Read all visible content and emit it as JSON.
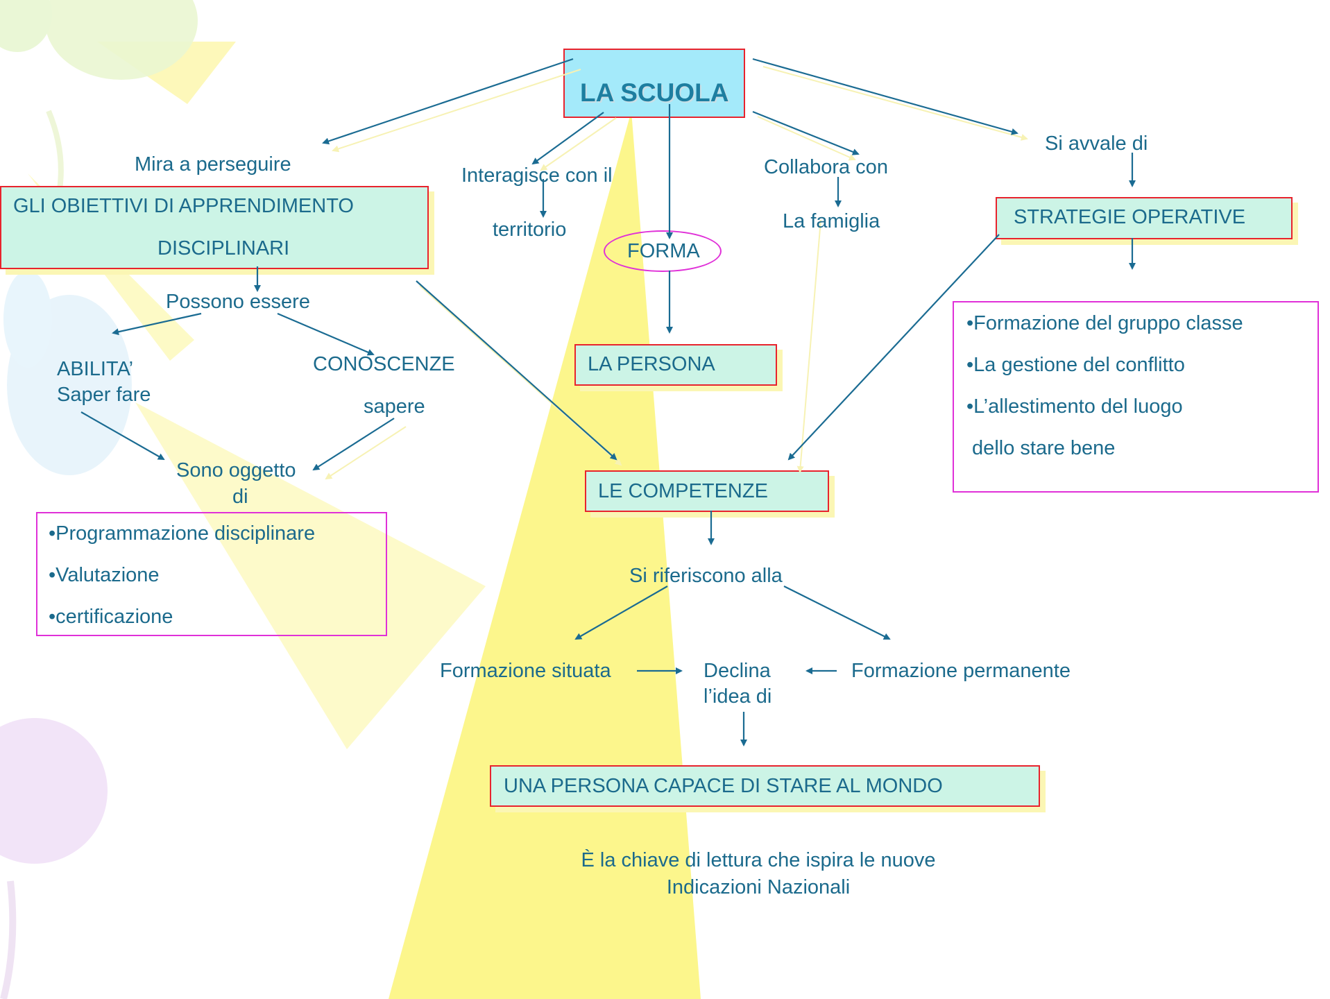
{
  "colors": {
    "text": "#1b6a8c",
    "box_fill": "#ccf4e6",
    "box_border": "#e8232d",
    "list_border": "#e030d8",
    "title_fill": "#a4eafa",
    "arrow": "#1a6b92",
    "spotlight": "#fcf68c"
  },
  "title": "LA SCUOLA",
  "links": {
    "mira": "Mira a perseguire",
    "interagisce": "Interagisce con il",
    "territorio": "territorio",
    "forma": "FORMA",
    "collabora": "Collabora con",
    "famiglia": "La famiglia",
    "avvale": "Si avvale di",
    "possono": "Possono essere",
    "abilita": "ABILITA’",
    "saper_fare": "Saper fare",
    "conoscenze": "CONOSCENZE",
    "sapere": "sapere",
    "sono_oggetto": "Sono oggetto",
    "di": "di",
    "si_riferiscono": "Si riferiscono alla",
    "formazione_situata": "Formazione situata",
    "declina": "Declina",
    "idea_di": "l’idea di",
    "formazione_permanente": "Formazione permanente"
  },
  "boxes": {
    "obiettivi_line1": "GLI OBIETTIVI DI APPRENDIMENTO",
    "obiettivi_line2": "DISCIPLINARI",
    "strategie": "STRATEGIE OPERATIVE",
    "persona": "LA PERSONA",
    "competenze": "LE COMPETENZE",
    "capace": "UNA PERSONA CAPACE DI STARE AL MONDO"
  },
  "lists": {
    "disciplinare": [
      "•Programmazione disciplinare",
      "•Valutazione",
      "•certificazione"
    ],
    "strategie": [
      "•Formazione del gruppo classe",
      "•La gestione del conflitto",
      "•L’allestimento del luogo",
      " dello stare bene"
    ]
  },
  "footer": {
    "line1": "È la chiave di lettura che ispira le nuove",
    "line2": "Indicazioni Nazionali"
  }
}
